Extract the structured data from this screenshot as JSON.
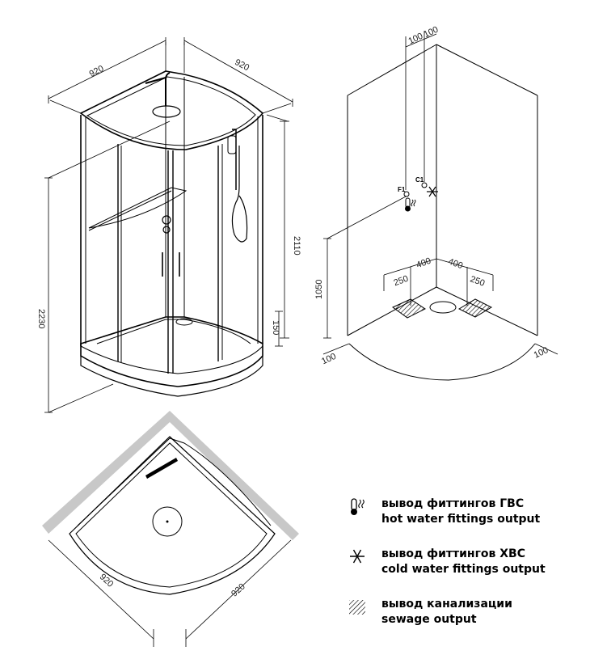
{
  "dimensions": {
    "top_view_width_left": "920",
    "top_view_width_right": "920",
    "height_2110": "2110",
    "height_2230": "2230",
    "tray_height": "150",
    "offset_100_a": "100",
    "offset_100_b": "100",
    "height_1050": "1050",
    "offset_100_left": "100",
    "offset_100_right": "100",
    "drain_400_left": "400",
    "drain_400_right": "400",
    "drain_250_left": "250",
    "drain_250_right": "250",
    "plan_width_left": "920",
    "plan_width_right": "920"
  },
  "connection_labels": {
    "hot": "F1",
    "cold": "C1"
  },
  "legend": [
    {
      "icon": "hot-water-icon",
      "line1": "вывод фиттингов ГВС",
      "line2": "hot water fittings output"
    },
    {
      "icon": "snowflake-icon",
      "line1": "вывод фиттингов ХВС",
      "line2": "cold water fittings output"
    },
    {
      "icon": "hatch-icon",
      "line1": "вывод канализации",
      "line2": "sewage output"
    }
  ]
}
